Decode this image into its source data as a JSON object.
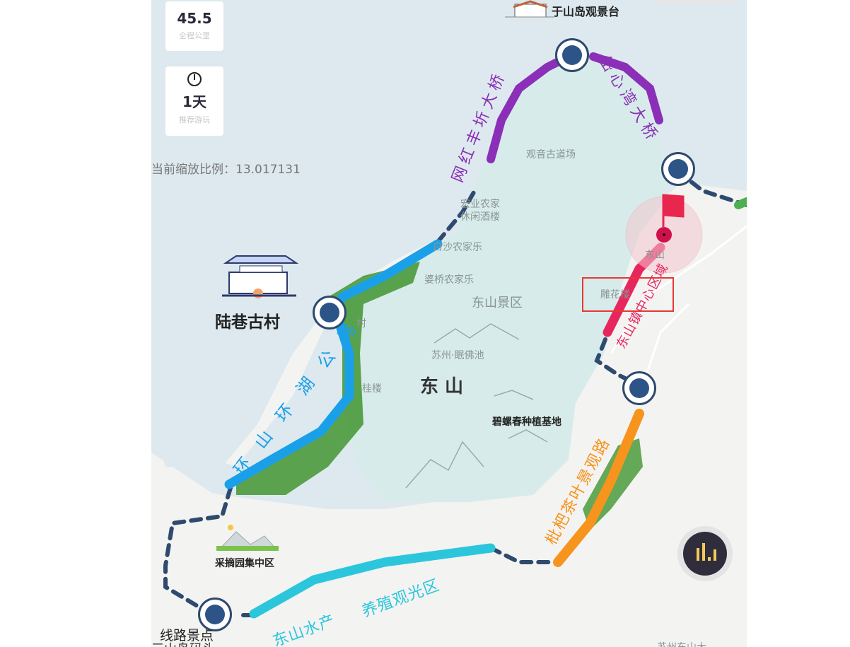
{
  "stats": {
    "distance_value": "45.5",
    "distance_label": "全程公里",
    "duration_icon": "clock-icon",
    "duration_value": "1天",
    "duration_label": "推荐游玩"
  },
  "zoom_readout": "当前缩放比例：13.017131",
  "route_labels": {
    "wanghong": "网红丰圻大桥",
    "daixin": "岱心湾大桥",
    "huanshan": "环山环湖公路",
    "zhenzhongxin": "东山镇中心区域",
    "pipa": "枇杷茶叶景观路",
    "shuichan_1": "东山水产",
    "shuichan_2": "养殖观光区"
  },
  "pois": {
    "yushan": "于山岛观景台",
    "luxiang": "陆巷古村",
    "biluochun": "碧螺春种植基地",
    "caizhai": "采摘园集中区",
    "dongshan": "东 山"
  },
  "map_labels": {
    "guanyin": "观音古道场",
    "hongye_1": "宏业农家",
    "hongye_2": "休闲酒楼",
    "baisha": "白沙农家乐",
    "poqiao": "婆桥农家乐",
    "jingqu": "东山景区",
    "mianfo": "苏州·眠佛池",
    "diaohualou": "雕花楼",
    "cun": "村",
    "lou": "桂楼",
    "dongshan_small": "东山",
    "bottom_partial": "苏州东山大",
    "bottom_left_partial": "三山岛码头"
  },
  "legend_label": "线路景点",
  "fab_icon": "bar-chart-icon",
  "colors": {
    "water": "#dde9ee",
    "land": "#d7ecea",
    "route_purple": "#8b2fb8",
    "route_blue": "#1aa0e8",
    "route_pink": "#e8265e",
    "route_orange": "#f7941d",
    "route_cyan": "#2bc6dc",
    "dashed": "#2e4a6e",
    "node": "#2d5486",
    "flag": "#e8264e",
    "highlight_box": "#e53935"
  }
}
